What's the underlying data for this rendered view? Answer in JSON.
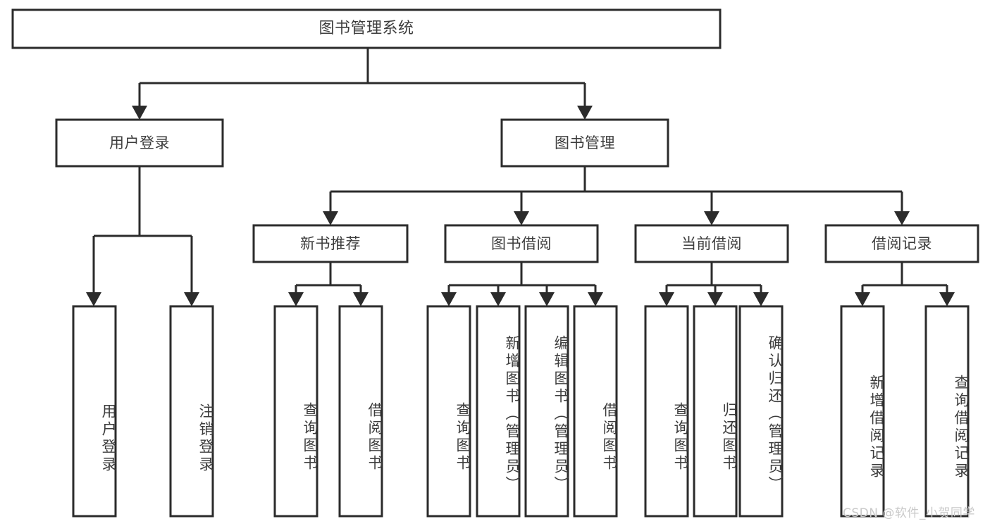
{
  "diagram": {
    "title": "图书管理系统",
    "type": "hierarchy-tree",
    "watermark": "CSDN @软件_小贺同学",
    "colors": {
      "stroke": "#2b2b2b",
      "box_fill": "#ffffff",
      "text": "#3c3c3c",
      "background": "#ffffff",
      "watermark": "#c9c9c9"
    },
    "levels": {
      "root": {
        "label": "图书管理系统"
      },
      "level2": [
        {
          "label": "用户登录"
        },
        {
          "label": "图书管理"
        }
      ],
      "level3": [
        {
          "label": "新书推荐"
        },
        {
          "label": "图书借阅"
        },
        {
          "label": "当前借阅"
        },
        {
          "label": "借阅记录"
        }
      ],
      "leaves": {
        "user_login": [
          {
            "label": "用户登录"
          },
          {
            "label": "注销登录"
          }
        ],
        "new_book_recommend": [
          {
            "label": "查询图书"
          },
          {
            "label": "借阅图书"
          }
        ],
        "book_borrow": [
          {
            "label": "查询图书"
          },
          {
            "label": "新增图书（管理员）"
          },
          {
            "label": "编辑图书（管理员）"
          },
          {
            "label": "借阅图书"
          }
        ],
        "current_borrow": [
          {
            "label": "查询图书"
          },
          {
            "label": "归还图书"
          },
          {
            "label": "确认归还（管理员）"
          }
        ],
        "borrow_record": [
          {
            "label": "新增借阅记录"
          },
          {
            "label": "查询借阅记录"
          }
        ]
      }
    }
  }
}
